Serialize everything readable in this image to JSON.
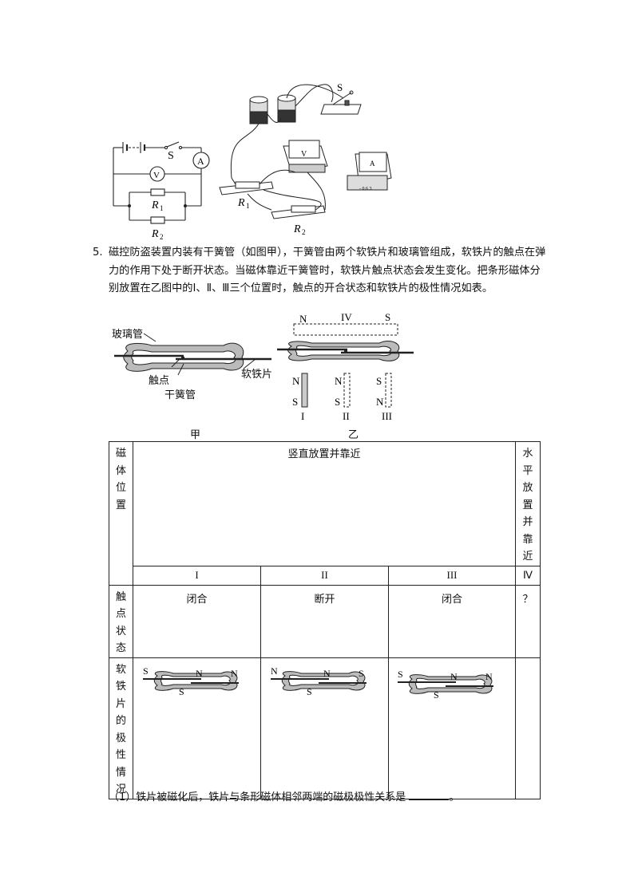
{
  "circuit": {
    "switch_label": "S",
    "ammeter_label": "A",
    "voltmeter_label": "V",
    "r1_label": "R",
    "r1_sub": "1",
    "r2_label": "R",
    "r2_sub": "2",
    "photo_switch_label": "S",
    "photo_r1_label": "R",
    "photo_r1_sub": "1",
    "photo_r2_label": "R",
    "photo_r2_sub": "2",
    "meter1_letter": "V",
    "meter2_letter": "A",
    "meter2_scale": "- 0.6 3"
  },
  "question5": {
    "number": "5.",
    "text": "磁控防盗装置内装有干簧管（如图甲），干簧管由两个软铁片和玻璃管组成，软铁片的触点在弹力的作用下处于断开状态。当磁体靠近干簧管时，软铁片触点状态会发生变化。把条形磁体分别放置在乙图中的Ⅰ、Ⅱ、Ⅲ三个位置时，触点的开合状态和软铁片的极性情况如表。"
  },
  "figure_jia": {
    "glass_tube": "玻璃管",
    "contact": "触点",
    "soft_iron": "软铁片",
    "reed_tube": "干簧管",
    "caption": "甲"
  },
  "figure_yi": {
    "top_n": "N",
    "top_iv": "IV",
    "top_s": "S",
    "mag1_top": "N",
    "mag1_bottom": "S",
    "mag1_label": "I",
    "mag2_top": "N",
    "mag2_bottom": "S",
    "mag2_label": "II",
    "mag3_top": "S",
    "mag3_bottom": "N",
    "mag3_label": "III",
    "caption": "乙"
  },
  "table": {
    "row_header_position": [
      "磁",
      "体",
      "位",
      "置"
    ],
    "vertical_header": "竖直放置并靠近",
    "horizontal_header": [
      "水",
      "平",
      "放",
      "置",
      "并",
      "靠",
      "近"
    ],
    "positions": [
      "I",
      "II",
      "III",
      "Ⅳ"
    ],
    "row_header_contact": [
      "触",
      "点",
      "状",
      "态"
    ],
    "contact_states": [
      "闭合",
      "断开",
      "闭合",
      "？"
    ],
    "row_header_polarity": [
      "软",
      "铁",
      "片",
      "的",
      "极",
      "性",
      "情",
      "况"
    ],
    "polarity": [
      {
        "left": "S",
        "mid_top": "N",
        "mid_bottom": "S",
        "right": "N"
      },
      {
        "left": "N",
        "mid_top": "N",
        "mid_bottom": "S",
        "right": "S"
      },
      {
        "left": "S",
        "mid_top": "N",
        "mid_bottom": "S",
        "right": "N"
      }
    ]
  },
  "sub_question": {
    "text": "（1）铁片被磁化后，铁片与条形磁体相邻两端的磁极极性关系是",
    "end": "。"
  }
}
